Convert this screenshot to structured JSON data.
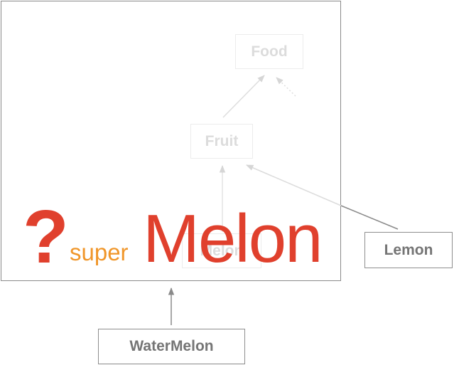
{
  "diagram": {
    "nodes": {
      "food": "Food",
      "fruit": "Fruit",
      "melon": "Melon",
      "lemon": "Lemon",
      "watermelon": "WaterMelon"
    },
    "overlay": {
      "question": "?",
      "super": "super",
      "melon": "Melon"
    },
    "colors": {
      "overlay_red": "#e0402d",
      "overlay_orange": "#f0962a",
      "faded_node_text": "#dcdcdc",
      "solid_node_text": "#757575",
      "frame_border": "#8a8a8a"
    }
  }
}
